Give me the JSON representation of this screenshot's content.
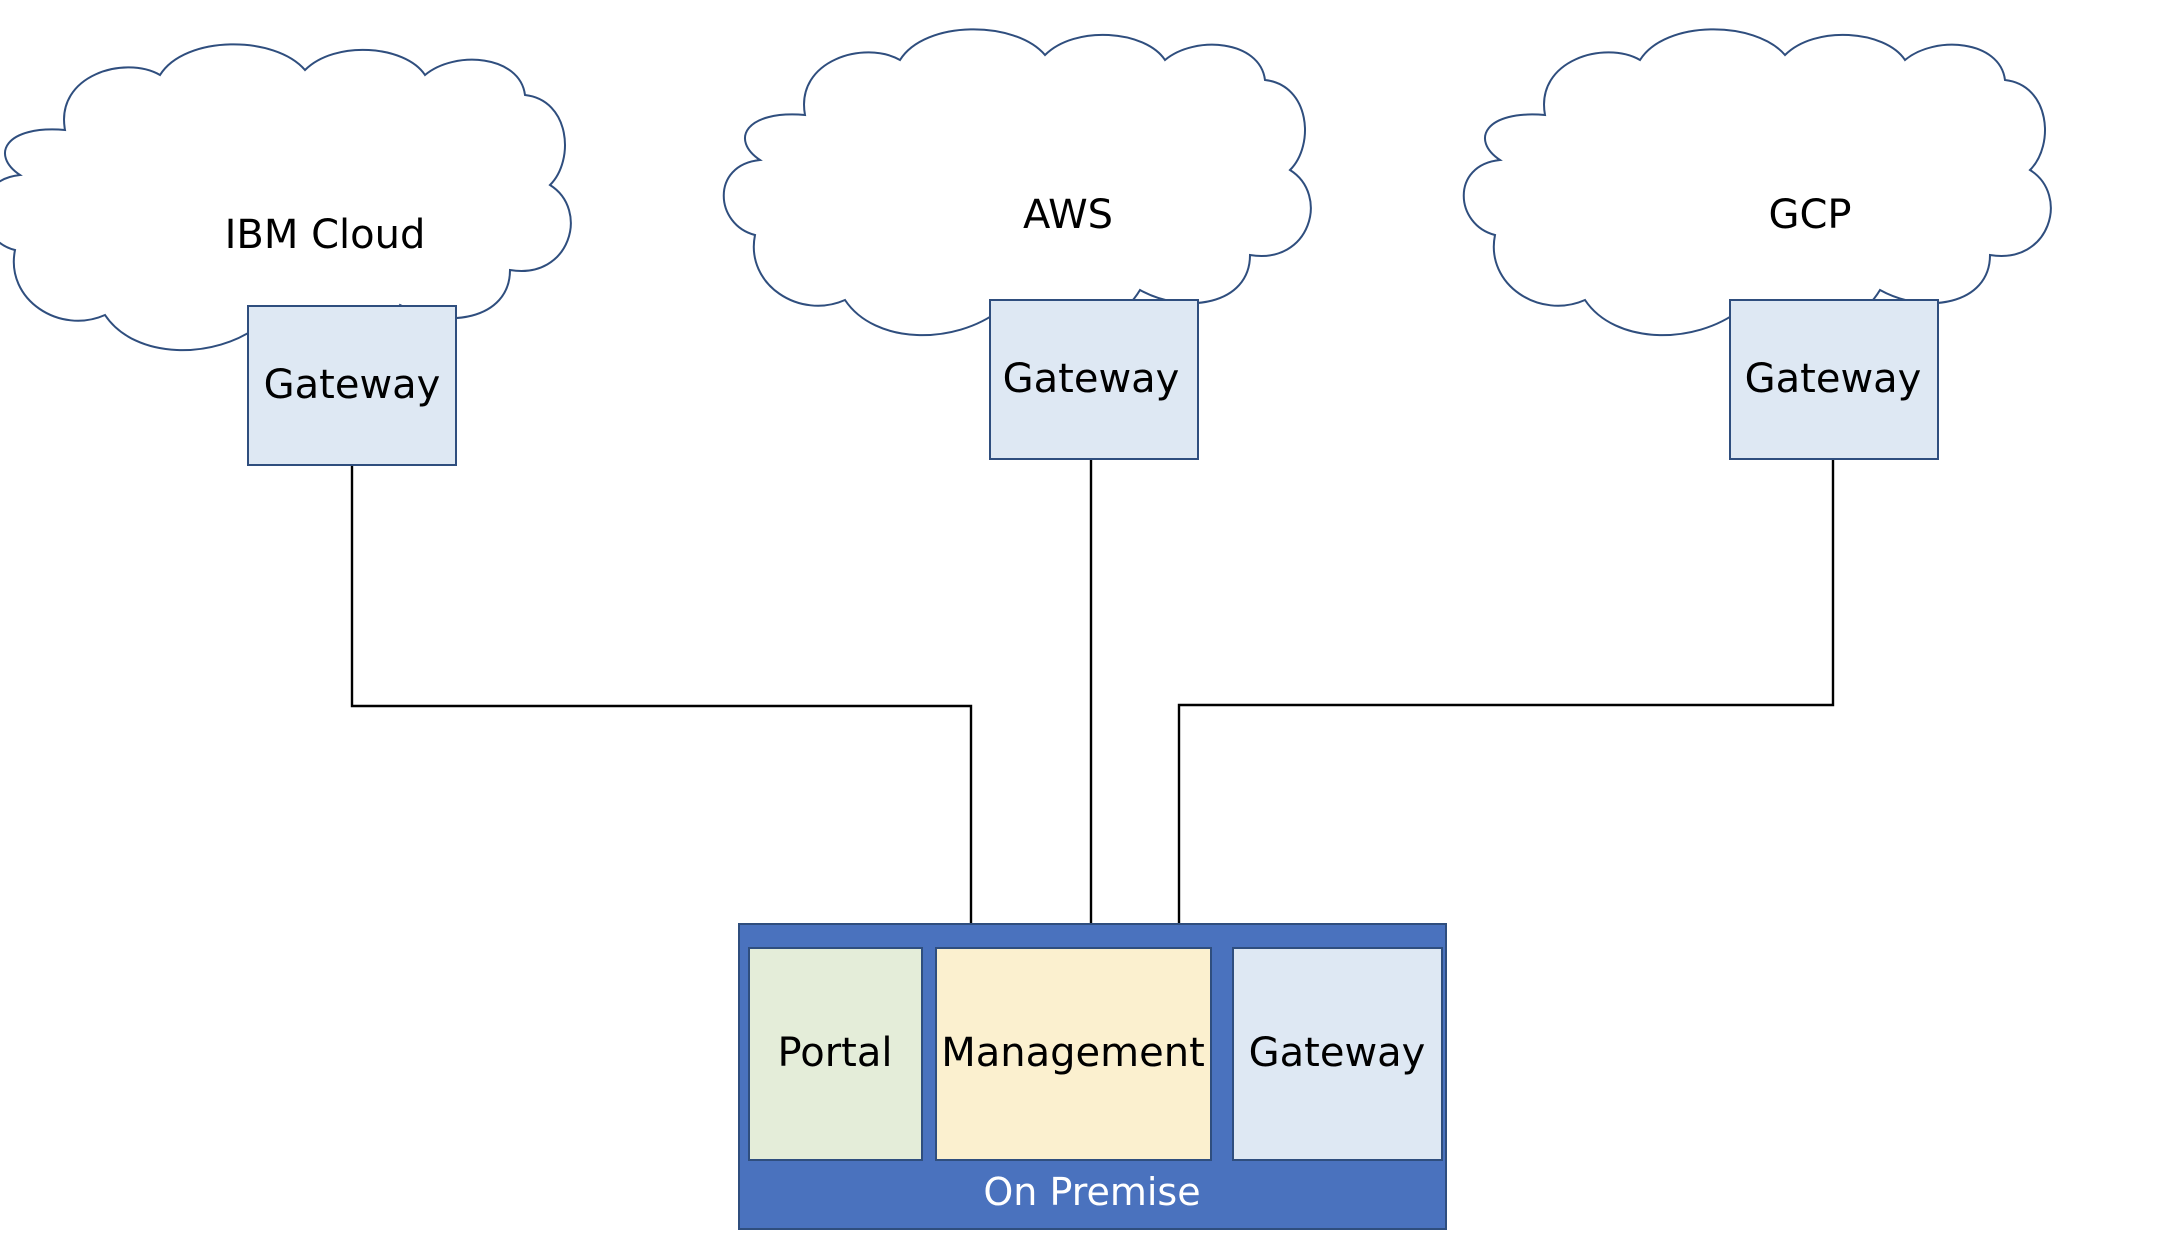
{
  "clouds": [
    {
      "name": "IBM Cloud",
      "gateway_label": "Gateway"
    },
    {
      "name": "AWS",
      "gateway_label": "Gateway"
    },
    {
      "name": "GCP",
      "gateway_label": "Gateway"
    }
  ],
  "on_premise": {
    "label": "On Premise",
    "portal_label": "Portal",
    "management_label": "Management",
    "gateway_label": "Gateway"
  },
  "colors": {
    "cloud_outline": "#2F4E7E",
    "gateway_fill": "#DEE8F3",
    "gateway_border": "#2F4E7E",
    "portal_fill": "#E4EDD9",
    "management_fill": "#FBF0CF",
    "premise_fill": "#4A72BE",
    "connector": "#000000"
  }
}
